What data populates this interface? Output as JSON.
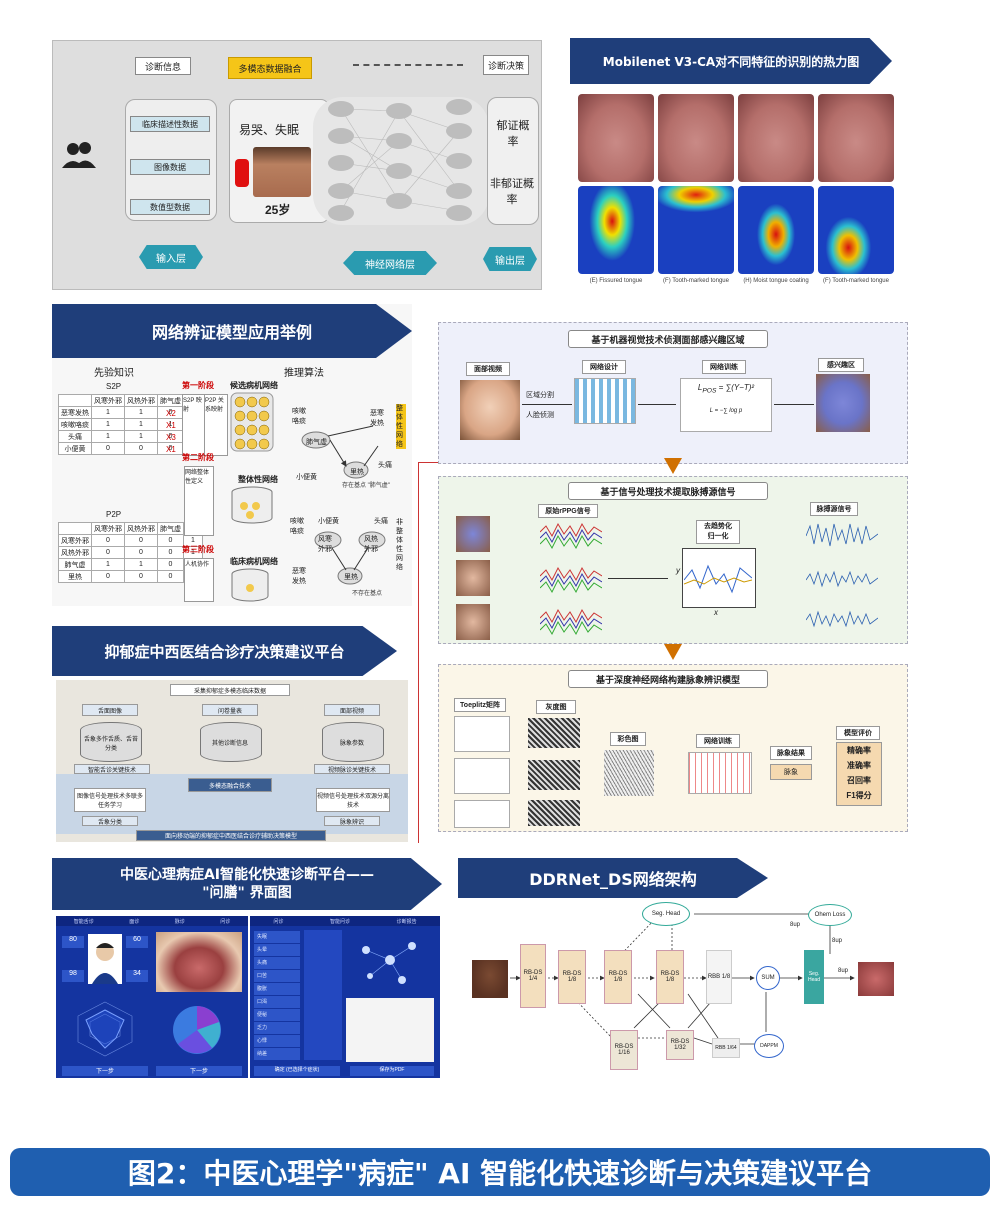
{
  "panel1": {
    "diag_info": "诊断信息",
    "multimodal": "多模态数据融合",
    "decision": "诊断决策",
    "clinical": "临床描述性数据",
    "image": "图像数据",
    "numeric": "数值型数据",
    "symptom": "易哭、失眠",
    "age": "25岁",
    "yu": "郁证概率",
    "nonyu": "非郁证概率",
    "input_layer": "输入层",
    "nn_layer": "神经网络层",
    "output_layer": "输出层"
  },
  "panel2": {
    "title": "Mobilenet V3-CA对不同特征的识别的热力图",
    "captions": [
      "(E) Fissured tongue",
      "(F) Tooth-marked tongue",
      "(H) Moist tongue coating",
      "(F) Tooth-marked tongue"
    ]
  },
  "panel3": {
    "title": "网络辨证模型应用举例",
    "prior": "先验知识",
    "reason": "推理算法",
    "s2p": "S2P",
    "p2p": "P2P",
    "stage1": "第一阶段",
    "stage2": "第二阶段",
    "stage3": "第三阶段",
    "candidate": "候选病机网络",
    "overall": "整体性网络",
    "clinical": "临床病机网络",
    "s2p_cols": [
      "风寒外邪",
      "风热外邪",
      "肺气虚",
      "里热"
    ],
    "s2p_rows": [
      {
        "name": "恶寒发热",
        "vals": [
          "1",
          "1",
          "0",
          "1"
        ]
      },
      {
        "name": "咳嗽咯痰",
        "vals": [
          "1",
          "1",
          "1",
          "0"
        ]
      },
      {
        "name": "头痛",
        "vals": [
          "1",
          "1",
          "0",
          "1"
        ]
      },
      {
        "name": "小便黄",
        "vals": [
          "0",
          "0",
          "0",
          "1"
        ]
      }
    ],
    "p2p_cols": [
      "风寒外邪",
      "风热外邪",
      "肺气虚",
      "里热"
    ],
    "p2p_rows": [
      {
        "name": "风寒外邪",
        "vals": [
          "0",
          "0",
          "0",
          "1"
        ]
      },
      {
        "name": "风热外邪",
        "vals": [
          "0",
          "0",
          "0",
          "1"
        ]
      },
      {
        "name": "肺气虚",
        "vals": [
          "1",
          "1",
          "0",
          "0"
        ]
      },
      {
        "name": "里热",
        "vals": [
          "0",
          "0",
          "0",
          "0"
        ]
      }
    ],
    "xlabels": [
      "X2",
      "X1",
      "X3",
      "X1"
    ],
    "s2p_map": "S2P 映射",
    "p2p_map": "P2P 关系映射",
    "overall_label": "整体性网络",
    "nonoverall_label": "非整体性网络",
    "stage2_text": "网络整体性定义",
    "stage3_text": "人机协作",
    "cough": "咳嗽咯痰",
    "fever": "恶寒发热",
    "feiqi": "肺气虚",
    "lire": "里热",
    "urine": "小便黄",
    "headache": "头痛",
    "fenghan": "风寒外邪",
    "fengre": "风热外邪",
    "note1": "存在基点 \"肺气虚\"",
    "note2": "不存在基点"
  },
  "panel4": {
    "sec1": "基于机器视觉技术侦测面部感兴趣区域",
    "face_video": "面部视频",
    "net_design": "网络设计",
    "net_train": "网络训练",
    "roi": "感兴趣区",
    "region_seg": "区域分割",
    "face_detect": "人脸侦测",
    "sec2": "基于信号处理技术提取脉搏源信号",
    "raw": "原始rPPG信号",
    "detrend": "去趋势化",
    "normalize": "归一化",
    "pulse_src": "脉搏源信号",
    "axis_y": "y",
    "axis_x": "x",
    "sec3": "基于深度神经网络构建脉象辨识模型",
    "toeplitz": "Toeplitz矩阵",
    "gray": "灰度图",
    "color": "彩色图",
    "train2": "网络训练",
    "result": "脉象结果",
    "pulse": "脉象",
    "eval": "模型评价",
    "metrics": [
      "精确率",
      "准确率",
      "召回率",
      "F1得分"
    ]
  },
  "panel5": {
    "title": "抑郁症中西医结合诊疗决策建议平台",
    "top": "采集抑郁症多模态临床数据",
    "col1": "舌面图像",
    "col2": "问卷量表",
    "col3": "面部视频",
    "db1": "舌象多作舌质、舌苔分类",
    "db2": "其他诊断信息",
    "db3": "脉象参数",
    "mid1": "智能舌诊关键技术",
    "mid3": "视频脉诊关键技术",
    "fusion": "多模态融合技术",
    "left_bot": "图像信号处理技术多联多任务学习",
    "right_bot": "视频信号处理技术双源分离技术",
    "tongue_cls": "舌象分类",
    "pulse_id": "脉象辨识",
    "bottom": "面向移动端的抑郁症中西医结合诊疗辅助决策模型"
  },
  "panel6": {
    "title_line1": "中医心理病症AI智能化快速诊断平台——",
    "title_line2": "\"问膳\" 界面图",
    "tabs": [
      "智能舌诊",
      "面诊",
      "脉诊",
      "问诊",
      "问诊",
      "智能问诊",
      "诊断报告"
    ],
    "menu": [
      "失眠",
      "头晕",
      "头痛",
      "口苦",
      "腹胀",
      "口渴",
      "便秘",
      "乏力",
      "心悸",
      "纳差"
    ],
    "next": "下一步",
    "next2": "下一步",
    "confirm": "确定 (已选择个症状)",
    "export": "保存为PDF",
    "stats": [
      "80",
      "60",
      "98",
      "34"
    ]
  },
  "panel7": {
    "title": "DDRNet_DS网络架构",
    "seg_head": "Seg. Head",
    "ohem": "Ohem Loss",
    "up": "8up",
    "blocks": [
      "RB-DS 1/4",
      "RB-DS 1/8",
      "RB-DS 1/8",
      "RB-DS 1/8",
      "RBB 1/8",
      "RB-DS 1/16",
      "RB-DS 1/32",
      "RBB 1/64"
    ],
    "sum": "SUM",
    "dappm": "DAPPM"
  },
  "caption": "图2：中医心理学\"病症\" AI 智能化快速诊断与决策建议平台"
}
